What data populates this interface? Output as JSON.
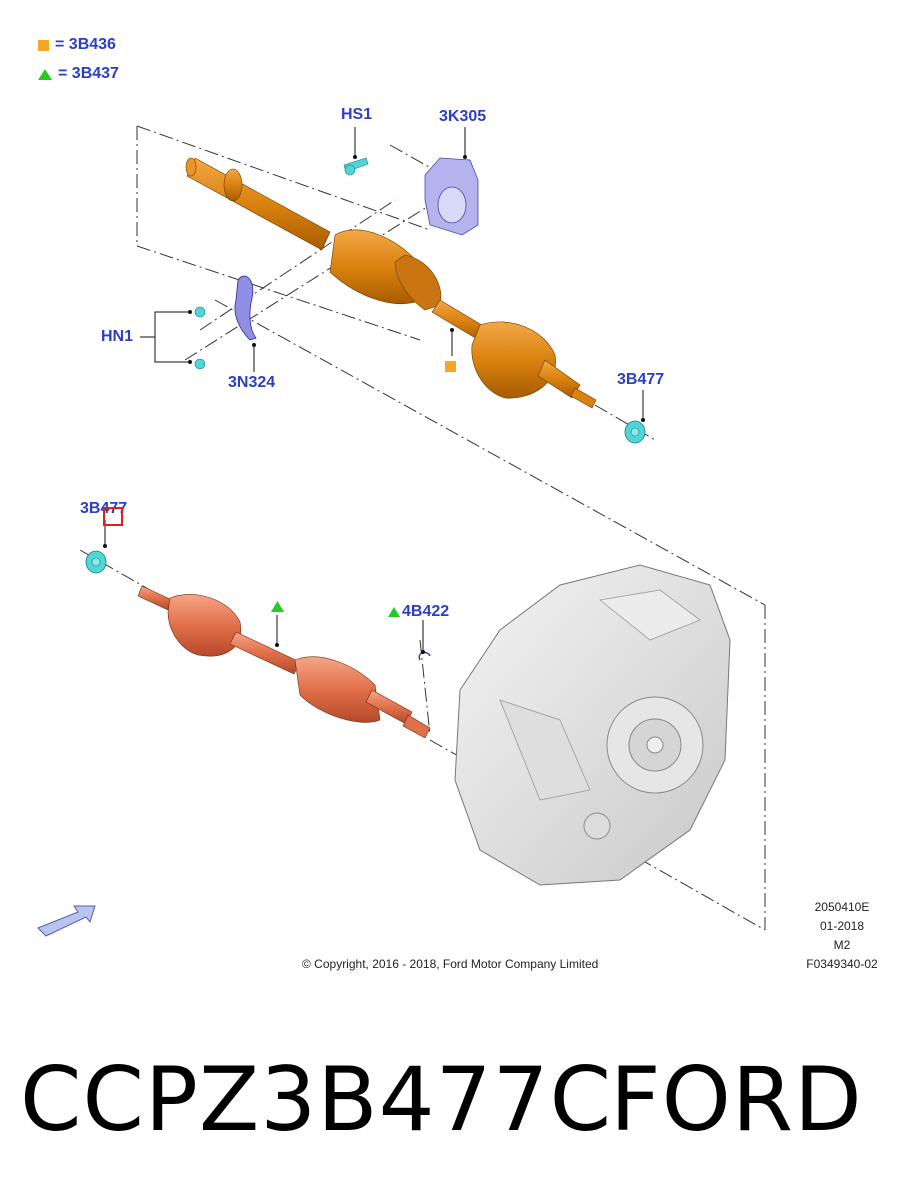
{
  "legend": [
    {
      "symbol": "orange-square",
      "text": "= 3B436",
      "color": "#f5a623"
    },
    {
      "symbol": "green-triangle",
      "text": "= 3B437",
      "color": "#22cc22"
    }
  ],
  "callouts": {
    "hs1": "HS1",
    "k305": "3K305",
    "hn1": "HN1",
    "n324": "3N324",
    "b477_top": "3B477",
    "b477_left": "3B477",
    "b422": "4B422"
  },
  "meta": {
    "code": "2050410E",
    "date": "01-2018",
    "model": "M2",
    "figure": "F0349340-02"
  },
  "copyright": "© Copyright, 2016 - 2018, Ford Motor Company Limited",
  "caption": {
    "part_number": "CCPZ3B477C",
    "brand": "FORD"
  },
  "colors": {
    "callout_blue": "#2b3fc2",
    "shaft_orange": "#d9820f",
    "shaft_red": "#e0704a",
    "nut_cyan": "#4fd6d6",
    "bracket_lavender": "#b3b3ee",
    "highlight_red": "#e01e1e"
  }
}
